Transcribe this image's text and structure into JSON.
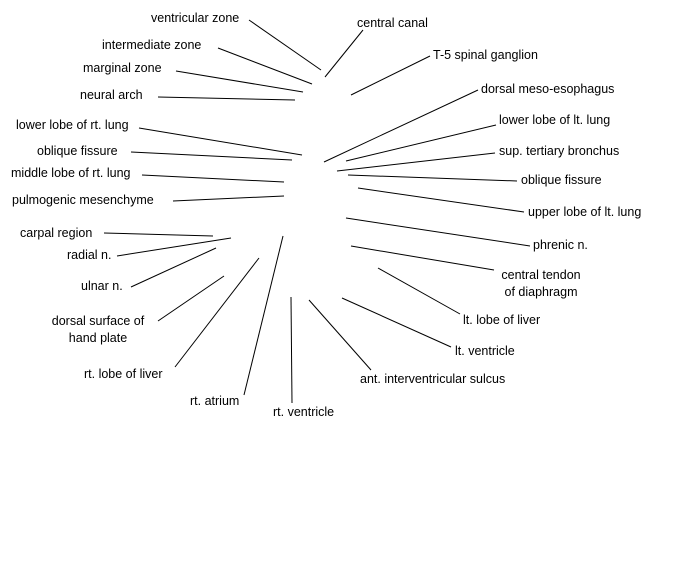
{
  "labels": {
    "ventricular_zone": "ventricular zone",
    "central_canal": "central canal",
    "intermediate_zone": "intermediate zone",
    "t5_spinal_ganglion": "T-5 spinal ganglion",
    "marginal_zone": "marginal zone",
    "neural_arch": "neural arch",
    "dorsal_meso_esophagus": "dorsal meso-esophagus",
    "lower_lobe_rt_lung": "lower lobe of rt. lung",
    "lower_lobe_lt_lung": "lower lobe of lt. lung",
    "oblique_fissure_left_side": "oblique fissure",
    "sup_tertiary_bronchus": "sup. tertiary bronchus",
    "middle_lobe_rt_lung": "middle lobe of rt. lung",
    "oblique_fissure_right_side": "oblique fissure",
    "pulmogenic_mesenchyme": "pulmogenic mesenchyme",
    "upper_lobe_lt_lung": "upper lobe of lt. lung",
    "carpal_region": "carpal region",
    "radial_n": "radial n.",
    "phrenic_n": "phrenic n.",
    "central_tendon_line1": "central tendon",
    "central_tendon_line2": "of diaphragm",
    "ulnar_n": "ulnar n.",
    "dorsal_surface_line1": "dorsal surface of",
    "dorsal_surface_line2": "hand plate",
    "lt_lobe_liver": "lt. lobe of liver",
    "lt_ventricle": "lt. ventricle",
    "rt_lobe_liver": "rt. lobe of liver",
    "ant_interventricular_sulcus": "ant. interventricular sulcus",
    "rt_atrium": "rt. atrium",
    "rt_ventricle": "rt. ventricle"
  }
}
